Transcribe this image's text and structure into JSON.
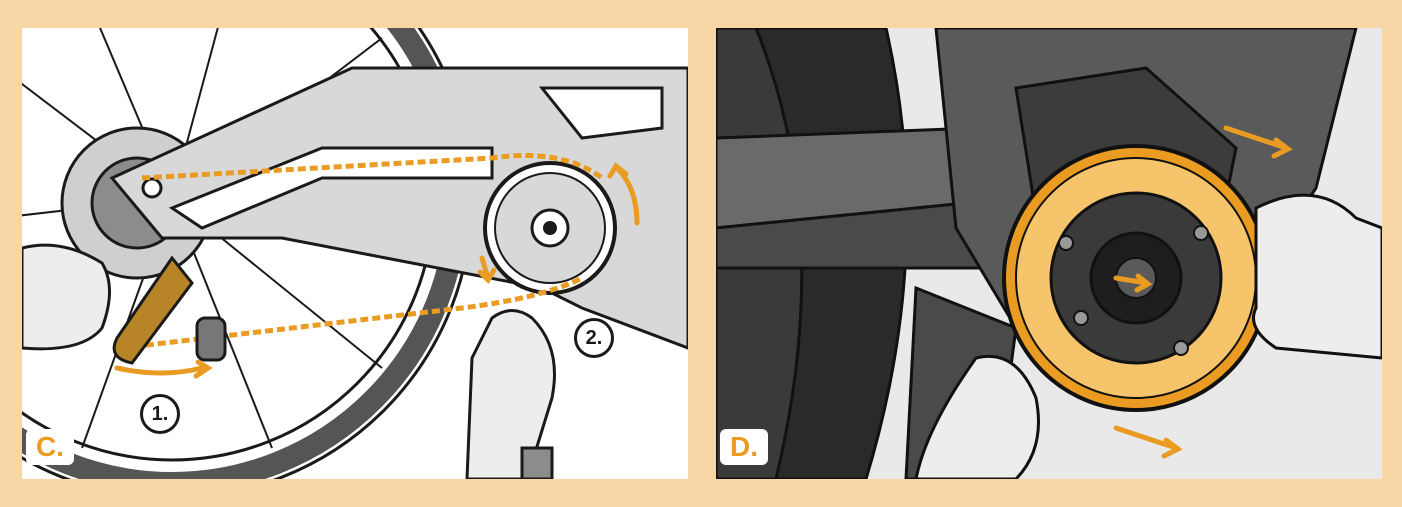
{
  "panels": [
    {
      "letter": "C.",
      "steps": [
        "1.",
        "2."
      ]
    },
    {
      "letter": "D."
    }
  ],
  "colors": {
    "background": "#f8d6a6",
    "accent": "#e99b22",
    "frame": "#d8d8d8",
    "outline": "#1a1a1a"
  }
}
